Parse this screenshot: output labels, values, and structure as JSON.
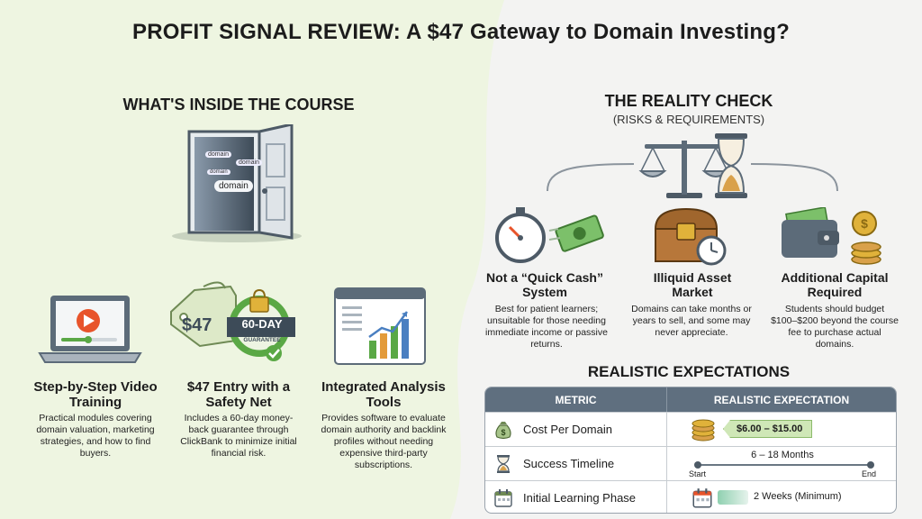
{
  "title": "PROFIT SIGNAL REVIEW: A $47 Gateway to Domain Investing?",
  "left": {
    "heading": "WHAT'S INSIDE THE COURSE",
    "door_tags": [
      "domain",
      "domain",
      "domain",
      "domain"
    ],
    "features": [
      {
        "title": "Step-by-Step Video Training",
        "desc": "Practical modules covering domain valuation, marketing strategies, and how to find buyers."
      },
      {
        "title": "$47 Entry with a Safety Net",
        "desc": "Includes a 60-day money-back guarantee through ClickBank to minimize initial financial risk."
      },
      {
        "title": "Integrated Analysis Tools",
        "desc": "Provides software to evaluate domain authority and backlink profiles without needing expensive third-party subscriptions."
      }
    ],
    "price_tag": "$47",
    "badge_main": "60-DAY",
    "badge_sub": "GUARANTEE"
  },
  "right": {
    "heading": "THE REALITY CHECK",
    "subheading": "(RISKS & REQUIREMENTS)",
    "risks": [
      {
        "title": "Not a “Quick Cash” System",
        "desc": "Best for patient learners; unsuitable for those needing immediate income or passive returns."
      },
      {
        "title": "Illiquid Asset Market",
        "desc": "Domains can take months or years to sell, and some may never appreciate."
      },
      {
        "title": "Additional Capital Required",
        "desc": "Students should budget $100–$200 beyond the course fee to purchase actual domains."
      }
    ],
    "expectations_heading": "REALISTIC EXPECTATIONS",
    "table": {
      "headers": [
        "METRIC",
        "REALISTIC EXPECTATION"
      ],
      "rows": [
        {
          "metric": "Cost Per Domain",
          "value": "$6.00 – $15.00"
        },
        {
          "metric": "Success Timeline",
          "value": "6 – 18 Months",
          "start": "Start",
          "end": "End"
        },
        {
          "metric": "Initial Learning Phase",
          "value": "2 Weeks (Minimum)"
        }
      ]
    }
  },
  "colors": {
    "accent_green": "#5aa845",
    "slate": "#5f6f7f",
    "left_bg": "#eef5e1",
    "right_bg": "#f2f2f2"
  }
}
